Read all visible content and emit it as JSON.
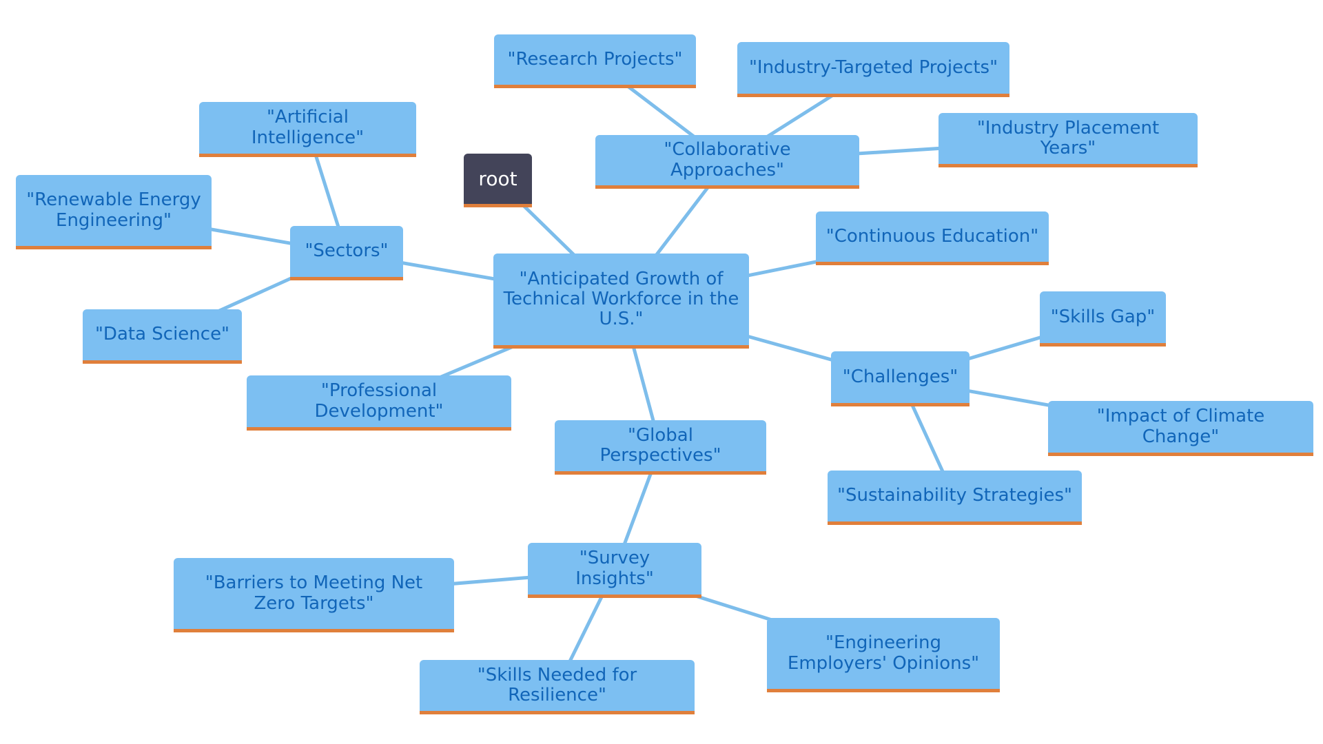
{
  "diagram": {
    "root": {
      "id": "root",
      "label": "root"
    },
    "center": {
      "id": "center",
      "label": "\"Anticipated Growth of Technical Workforce in the U.S.\""
    },
    "nodes": [
      {
        "id": "collab",
        "label": "\"Collaborative Approaches\""
      },
      {
        "id": "research",
        "label": "\"Research Projects\""
      },
      {
        "id": "industry_targeted",
        "label": "\"Industry-Targeted Projects\""
      },
      {
        "id": "placement",
        "label": "\"Industry Placement Years\""
      },
      {
        "id": "sectors",
        "label": "\"Sectors\""
      },
      {
        "id": "ai",
        "label": "\"Artificial Intelligence\""
      },
      {
        "id": "renewable",
        "label": "\"Renewable Energy Engineering\""
      },
      {
        "id": "data_science",
        "label": "\"Data Science\""
      },
      {
        "id": "continuous",
        "label": "\"Continuous Education\""
      },
      {
        "id": "challenges",
        "label": "\"Challenges\""
      },
      {
        "id": "skills_gap",
        "label": "\"Skills Gap\""
      },
      {
        "id": "climate",
        "label": "\"Impact of Climate Change\""
      },
      {
        "id": "sustainability",
        "label": "\"Sustainability Strategies\""
      },
      {
        "id": "prof_dev",
        "label": "\"Professional Development\""
      },
      {
        "id": "global",
        "label": "\"Global Perspectives\""
      },
      {
        "id": "survey",
        "label": "\"Survey Insights\""
      },
      {
        "id": "barriers",
        "label": "\"Barriers to Meeting Net Zero Targets\""
      },
      {
        "id": "skills_res",
        "label": "\"Skills Needed for Resilience\""
      },
      {
        "id": "employers",
        "label": "\"Engineering Employers' Opinions\""
      }
    ],
    "edges": [
      [
        "root",
        "center"
      ],
      [
        "center",
        "collab"
      ],
      [
        "collab",
        "research"
      ],
      [
        "collab",
        "industry_targeted"
      ],
      [
        "collab",
        "placement"
      ],
      [
        "center",
        "sectors"
      ],
      [
        "sectors",
        "ai"
      ],
      [
        "sectors",
        "renewable"
      ],
      [
        "sectors",
        "data_science"
      ],
      [
        "center",
        "continuous"
      ],
      [
        "center",
        "challenges"
      ],
      [
        "challenges",
        "skills_gap"
      ],
      [
        "challenges",
        "climate"
      ],
      [
        "challenges",
        "sustainability"
      ],
      [
        "center",
        "prof_dev"
      ],
      [
        "center",
        "global"
      ],
      [
        "global",
        "survey"
      ],
      [
        "survey",
        "barriers"
      ],
      [
        "survey",
        "skills_res"
      ],
      [
        "survey",
        "employers"
      ]
    ],
    "colors": {
      "node_fill": "#7cbff2",
      "node_text": "#1165b8",
      "node_underline": "#e07f3b",
      "root_fill": "#434459",
      "root_text": "#ffffff",
      "edge": "#7dbdeb",
      "background": "#ffffff"
    }
  }
}
